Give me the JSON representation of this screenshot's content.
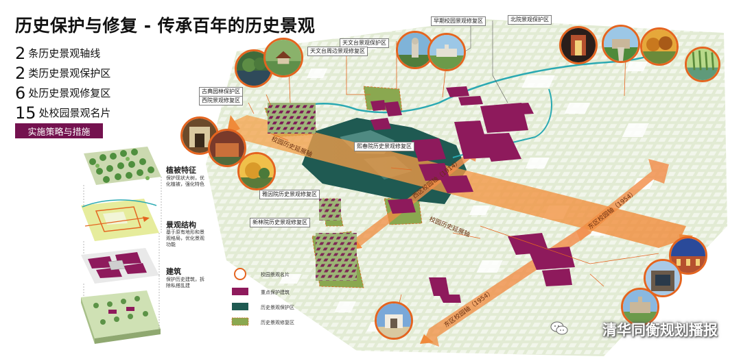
{
  "title": "历史保护与修复 - 传承百年的历史景观",
  "stats": [
    {
      "num": "2",
      "text": "条历史景观轴线"
    },
    {
      "num": "2",
      "text": "类历史景观保护区"
    },
    {
      "num": "6",
      "text": "处历史景观修复区"
    },
    {
      "num": "15",
      "text": "处校园景观名片"
    }
  ],
  "strategy_button": "实施策略与措施",
  "layers": [
    {
      "title": "植被特征",
      "desc": "保护现状大树，优化植被，强化特色"
    },
    {
      "title": "景观结构",
      "desc": "基于原有地形和景观格局，优化景观功能"
    },
    {
      "title": "建筑",
      "desc": "保护历史建筑，拆除私搭乱建"
    }
  ],
  "zone_labels": {
    "early_campus": "早期校园景观修复区",
    "north_court": "北院景观保护区",
    "observatory": "天文台景观保护区",
    "observatory_surround": "天文台周边景观修复区",
    "classical_garden": "古典园林保护区",
    "west_court": "西院景观修复区",
    "jinchun": "熙春院历史景观修复区",
    "yayin": "雅因院历史景观修复区",
    "xinlin": "新林院历史景观修复区"
  },
  "axis_labels": {
    "extension_axis_1": "校园历史延展轴",
    "extension_axis_2": "校园历史延展轴",
    "west_axis": "西区校园轴（1914）",
    "east_axis": "东区校园轴（1954）",
    "east_axis_2": "东区校园轴（1954）"
  },
  "legend": [
    {
      "type": "circle",
      "label": "校园景观名片"
    },
    {
      "type": "purple",
      "label": "重点保护建筑"
    },
    {
      "type": "teal",
      "label": "历史景观保护区"
    },
    {
      "type": "green",
      "label": "历史景观修复区"
    }
  ],
  "watermark": "清华同衡规划播报",
  "colors": {
    "accent": "#74124f",
    "building": "#8e1a5c",
    "protect_zone": "#1f5a52",
    "restore_zone": "#8aa850",
    "axis": "#f39a46",
    "photo_border": "#e4641f",
    "base_map": "#d7e3c2"
  },
  "icons": [
    "wechat-icon"
  ]
}
